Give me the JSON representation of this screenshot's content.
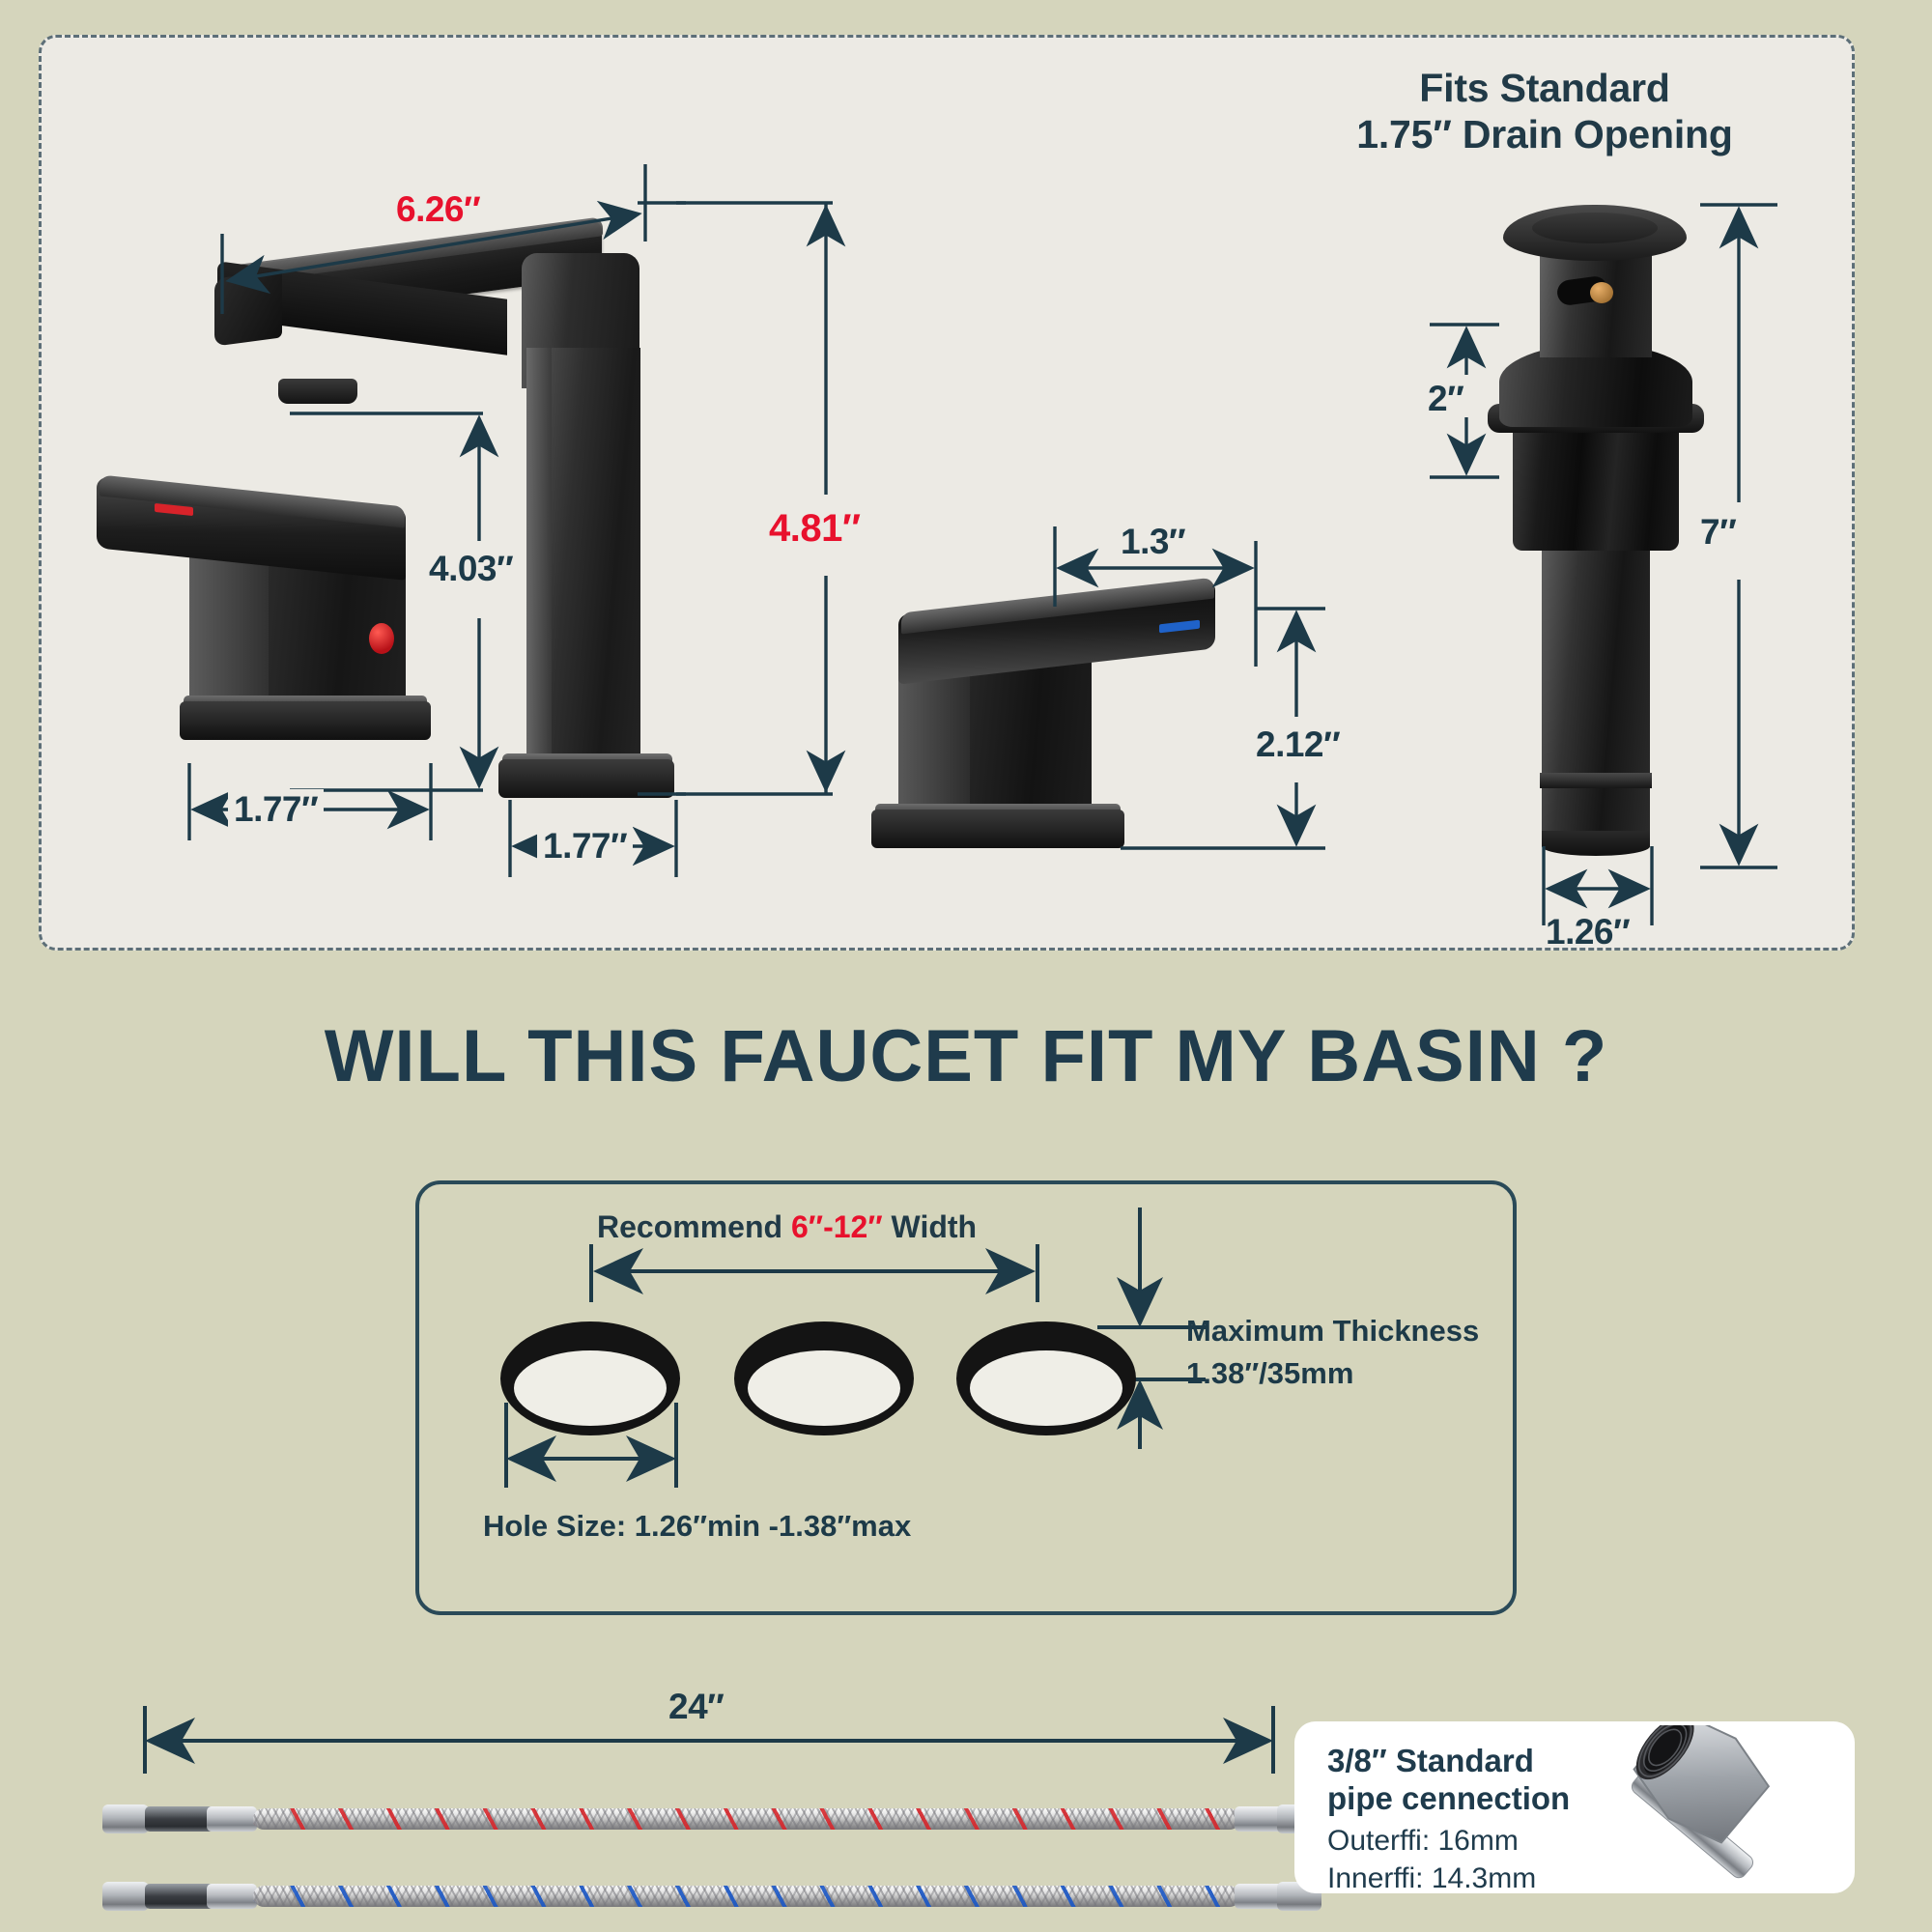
{
  "page": {
    "background_color": "#d5d5bc",
    "panel_color": "#eceae4",
    "accent_red": "#e8112d",
    "accent_dark": "#1d3a48"
  },
  "top_panel": {
    "header_line1": "Fits Standard",
    "header_line2": "1.75″ Drain Opening",
    "dimensions": {
      "spout_reach": "6.26″",
      "spout_total_height": "4.81″",
      "spout_to_nozzle_height": "4.03″",
      "handle_base_width": "1.77″",
      "spout_base_width": "1.77″",
      "handle_lever_depth": "1.3″",
      "handle_height": "2.12″",
      "drain_upper_height": "2″",
      "drain_total_height": "7″",
      "drain_tube_diameter": "1.26″"
    }
  },
  "main_title": "WILL THIS FAUCET FIT MY BASIN ?",
  "basin_panel": {
    "recommend_prefix": "Recommend ",
    "recommend_value": "6″-12″",
    "recommend_suffix": " Width",
    "thickness_line1": "Maximum Thickness",
    "thickness_line2": "1.38″/35mm",
    "hole_size": "Hole Size: 1.26″min -1.38″max",
    "hole_count": 3
  },
  "hose_section": {
    "length_label": "24″",
    "hot_hose_stripe_color": "#d7272c",
    "cold_hose_stripe_color": "#1a57c6"
  },
  "pipe_card": {
    "title_line1": "3/8″ Standard",
    "title_line2": "pipe cennection",
    "spec_line1": "Outerffi: 16mm",
    "spec_line2": "Innerffi: 14.3mm"
  }
}
